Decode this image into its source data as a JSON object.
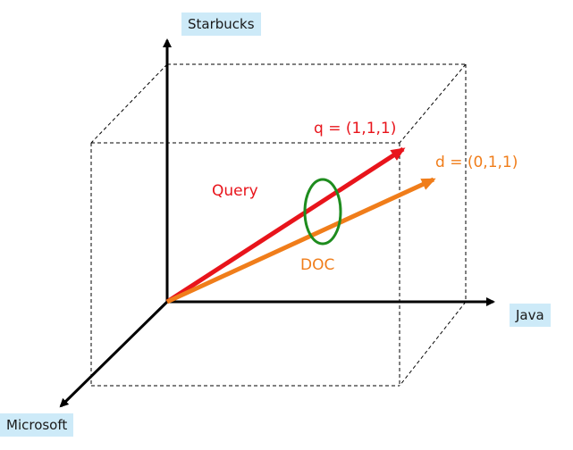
{
  "axes": {
    "y_label": "Starbucks",
    "x_label": "Java",
    "z_label": "Microsoft"
  },
  "vectors": {
    "query": {
      "equation": "q = (1,1,1)",
      "name": "Query",
      "color": "#e8141b"
    },
    "doc": {
      "equation": "d = (0,1,1)",
      "name": "DOC",
      "color": "#f07d1a"
    }
  },
  "angle_marker_color": "#1e8c1e",
  "axis_color": "#000000",
  "label_bg": "#cdeaf8"
}
